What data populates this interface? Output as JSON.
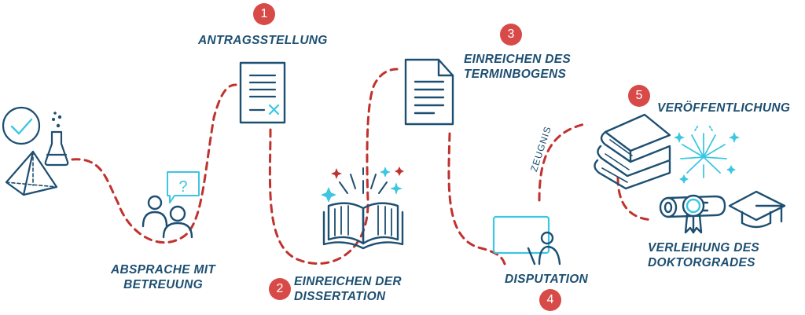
{
  "colors": {
    "navy": "#1d4f72",
    "accent_cyan": "#3cc6e3",
    "path_red": "#c0322e",
    "badge_red": "#d84a48"
  },
  "steps": [
    {
      "number": "1",
      "title_lines": [
        "ANTRAGSSTELLUNG"
      ],
      "icon": "application-form-icon"
    },
    {
      "number": "2",
      "title_lines": [
        "EINREICHEN DER",
        "DISSERTATION"
      ],
      "icon": "open-book-icon"
    },
    {
      "number": "3",
      "title_lines": [
        "EINREICHEN DES",
        "TERMINBOGENS"
      ],
      "icon": "document-icon"
    },
    {
      "number": "4",
      "title_lines": [
        "DISPUTATION"
      ],
      "icon": "presentation-board-icon"
    },
    {
      "number": "5",
      "title_lines": [
        "VERÖFFENTLICHUNG"
      ],
      "icon": "books-stack-icon"
    }
  ],
  "unnumbered": [
    {
      "title_lines": [
        "ABSPRACHE MIT",
        "BETREUUNG"
      ],
      "icon": "consultation-people-icon"
    },
    {
      "title_lines": [
        "VERLEIHUNG DES",
        "DOKTORGRADES"
      ],
      "icon": "diploma-graduation-icon"
    }
  ],
  "path_label": "ZEUGNIS",
  "start_icon": "research-icons"
}
